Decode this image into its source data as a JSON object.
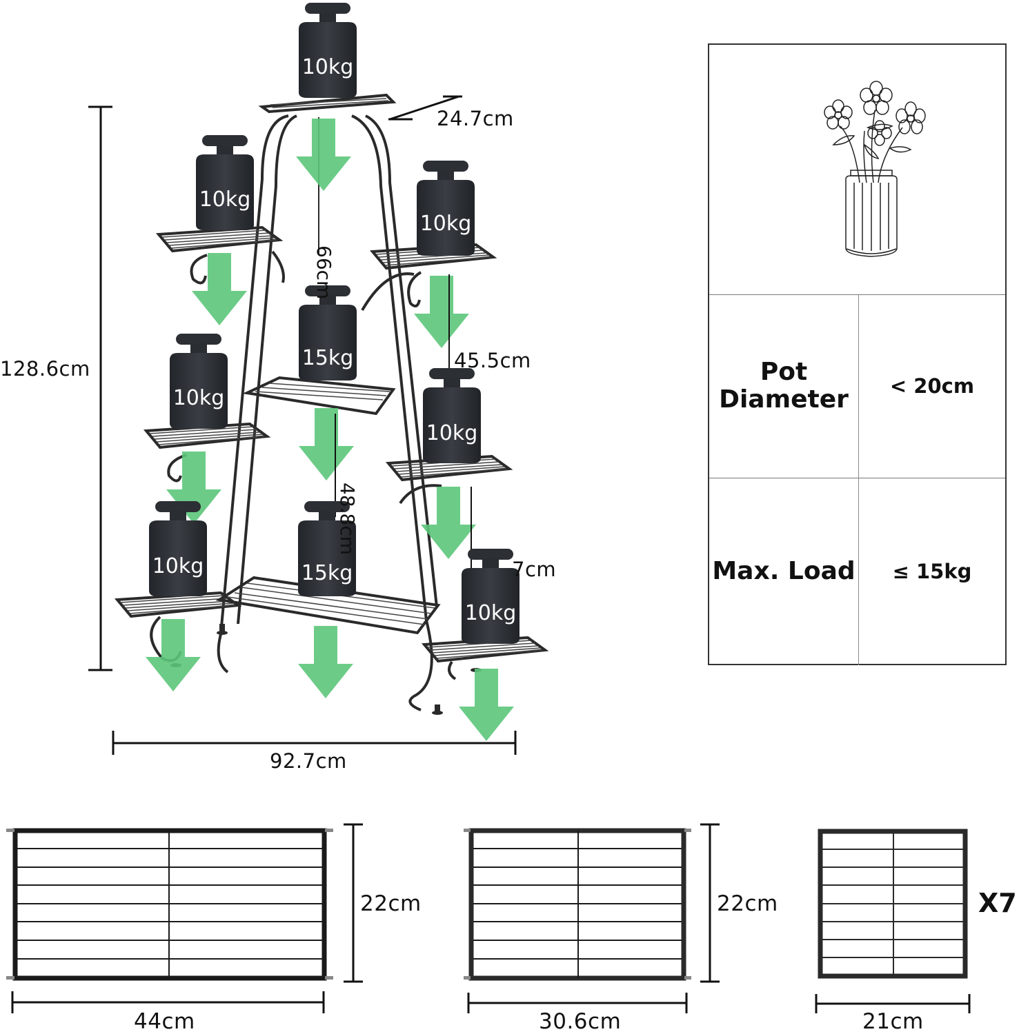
{
  "title": "Plant stand dimensions and load capacity",
  "stand": {
    "dimensions": {
      "height": "128.6cm",
      "width": "92.7cm",
      "depth": "24.7cm",
      "middle_height": "66cm",
      "right_tier_gap": "45.5cm",
      "lower_gap": "48.8cm",
      "right_low_gap": "7cm"
    },
    "weights": [
      {
        "label": "10kg",
        "position": "top"
      },
      {
        "label": "10kg",
        "position": "left-upper"
      },
      {
        "label": "10kg",
        "position": "right-upper"
      },
      {
        "label": "15kg",
        "position": "center-middle"
      },
      {
        "label": "10kg",
        "position": "left-middle"
      },
      {
        "label": "10kg",
        "position": "right-middle"
      },
      {
        "label": "10kg",
        "position": "left-bottom"
      },
      {
        "label": "15kg",
        "position": "center-bottom"
      },
      {
        "label": "10kg",
        "position": "right-bottom"
      }
    ],
    "colors": {
      "weight": "#2e3136",
      "arrow": "#5cc77a",
      "frame": "#2a2a2a"
    }
  },
  "specs": {
    "icon": "flower-vase-icon",
    "rows": [
      {
        "key": "Pot Diameter",
        "value": "< 20cm"
      },
      {
        "key": "Max. Load",
        "value": "≤ 15kg"
      }
    ]
  },
  "shelves": [
    {
      "name": "large",
      "width": "44cm",
      "depth": "22cm"
    },
    {
      "name": "medium",
      "width": "30.6cm",
      "depth": "22cm"
    },
    {
      "name": "small",
      "width": "21cm",
      "count": "X7"
    }
  ]
}
